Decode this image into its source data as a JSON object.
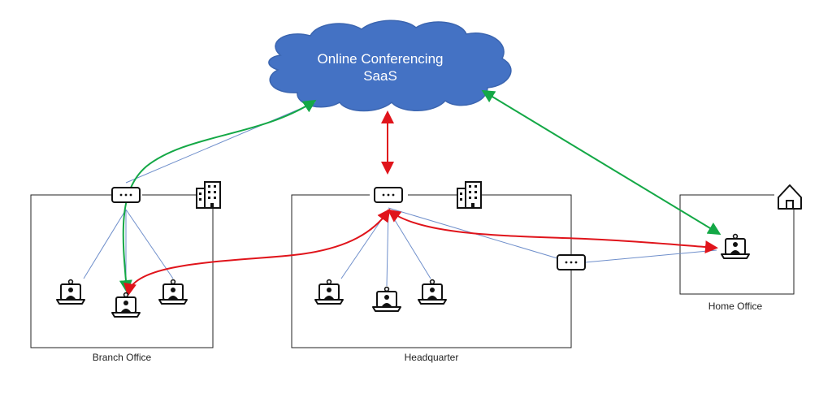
{
  "cloud": {
    "line1": "Online Conferencing",
    "line2": "SaaS"
  },
  "sites": {
    "branch": "Branch Office",
    "headquarter": "Headquarter",
    "home": "Home Office"
  },
  "colors": {
    "cloud_fill": "#4472c4",
    "cloud_stroke": "#3b65b0",
    "saas_link": "#14a846",
    "p2p_link": "#e0141b",
    "lan_link": "#6f8fcb",
    "outline": "#222222"
  },
  "icons": {
    "router": "router-icon",
    "office_building": "office-building-icon",
    "home": "home-icon",
    "video_laptop": "video-conference-laptop-icon"
  }
}
